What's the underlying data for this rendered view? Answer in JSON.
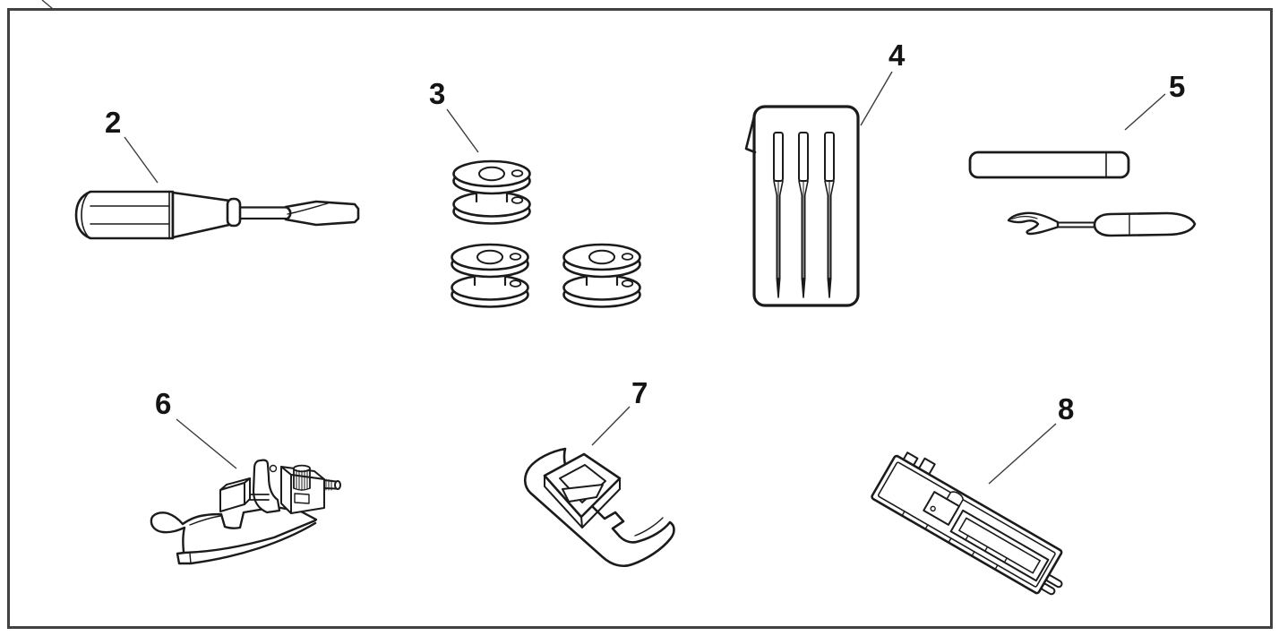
{
  "figure": {
    "kind": "parts-diagram",
    "background": "#ffffff",
    "line_color": "#1b1b1b",
    "frame_color": "#414141"
  },
  "callouts": [
    {
      "label": "2",
      "icon": "screwdriver-illustration"
    },
    {
      "label": "3",
      "icon": "bobbin-trio-illustration",
      "quantity_shown": 3
    },
    {
      "label": "4",
      "icon": "needle-pack-illustration",
      "needles_shown": 3
    },
    {
      "label": "5",
      "icon": "lint-brush-and-seam-ripper-illustration"
    },
    {
      "label": "6",
      "icon": "overcasting-foot-illustration"
    },
    {
      "label": "7",
      "icon": "zigzag-foot-illustration"
    },
    {
      "label": "8",
      "icon": "buttonhole-foot-illustration"
    }
  ]
}
